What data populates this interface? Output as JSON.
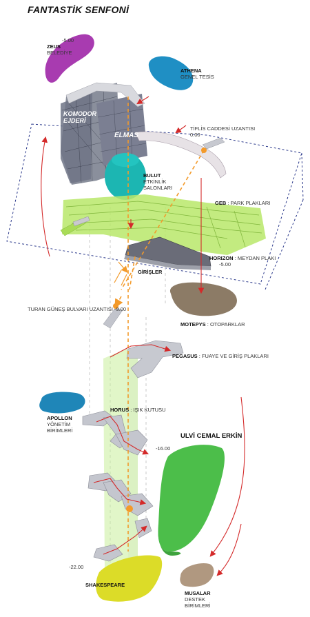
{
  "title": "FANTASTİK SENFONİ",
  "labels": {
    "zeus": {
      "name": "ZEUS",
      "desc": "BELEDİYE",
      "level": "-5.00"
    },
    "athena": {
      "name": "ATHENA",
      "desc1": "GENEL",
      "desc2": "TESİS"
    },
    "komodor": {
      "line1": "KOMODOR",
      "line2": "EJDERİ"
    },
    "elmas": "ELMAS",
    "tiflis": {
      "text": "TİFLİS CADDESİ UZANTISI",
      "level": "0.00"
    },
    "bulut": {
      "name": "BULUT",
      "desc1": "ETKİNLİK",
      "desc2": "SALONLARI"
    },
    "geb": {
      "name": "GEB",
      "desc": ": PARK PLAKLARI"
    },
    "horizon": {
      "name": "HORIZON",
      "desc": ": MEYDAN PLAKI",
      "level": "-5.00"
    },
    "girisler": "GİRİŞLER",
    "turan": {
      "text": "TURAN GÜNEŞ BULVARI UZANTISI",
      "level": "-9.00"
    },
    "motepys": {
      "name": "MOTEPYS",
      "desc": ": OTOPARKLAR"
    },
    "pegasus": {
      "name": "PEGASUS",
      "desc": ": FUAYE VE GİRİŞ PLAKLARI"
    },
    "apollon": {
      "name": "APOLLON",
      "desc1": "YÖNETİM",
      "desc2": "BİRİMLERİ"
    },
    "horus": {
      "name": "HORUS",
      "desc": ": IŞIK KUTUSU"
    },
    "ulvi": "ULVİ CEMAL ERKİN",
    "level16": "-16.00",
    "level22": "-22.00",
    "shakespeare": "SHAKESPEARE",
    "musalar": {
      "name": "MUSALAR",
      "desc1": "DESTEK",
      "desc2": "BİRİMLERİ"
    }
  },
  "colors": {
    "zeus": "#a83bb0",
    "athena": "#1f8fc4",
    "apollon": "#1f86b8",
    "bulut": "#1cb6b2",
    "geb": "#b8e86a",
    "motepys": "#8c7b66",
    "musalar": "#b09880",
    "ulvi": "#4cbe4a",
    "shakespeare": "#dcdc28",
    "arrow": "#d42a2a",
    "orange": "#f39a2a",
    "frame": "#2c3a8c",
    "slab": "#b9bcc4"
  }
}
